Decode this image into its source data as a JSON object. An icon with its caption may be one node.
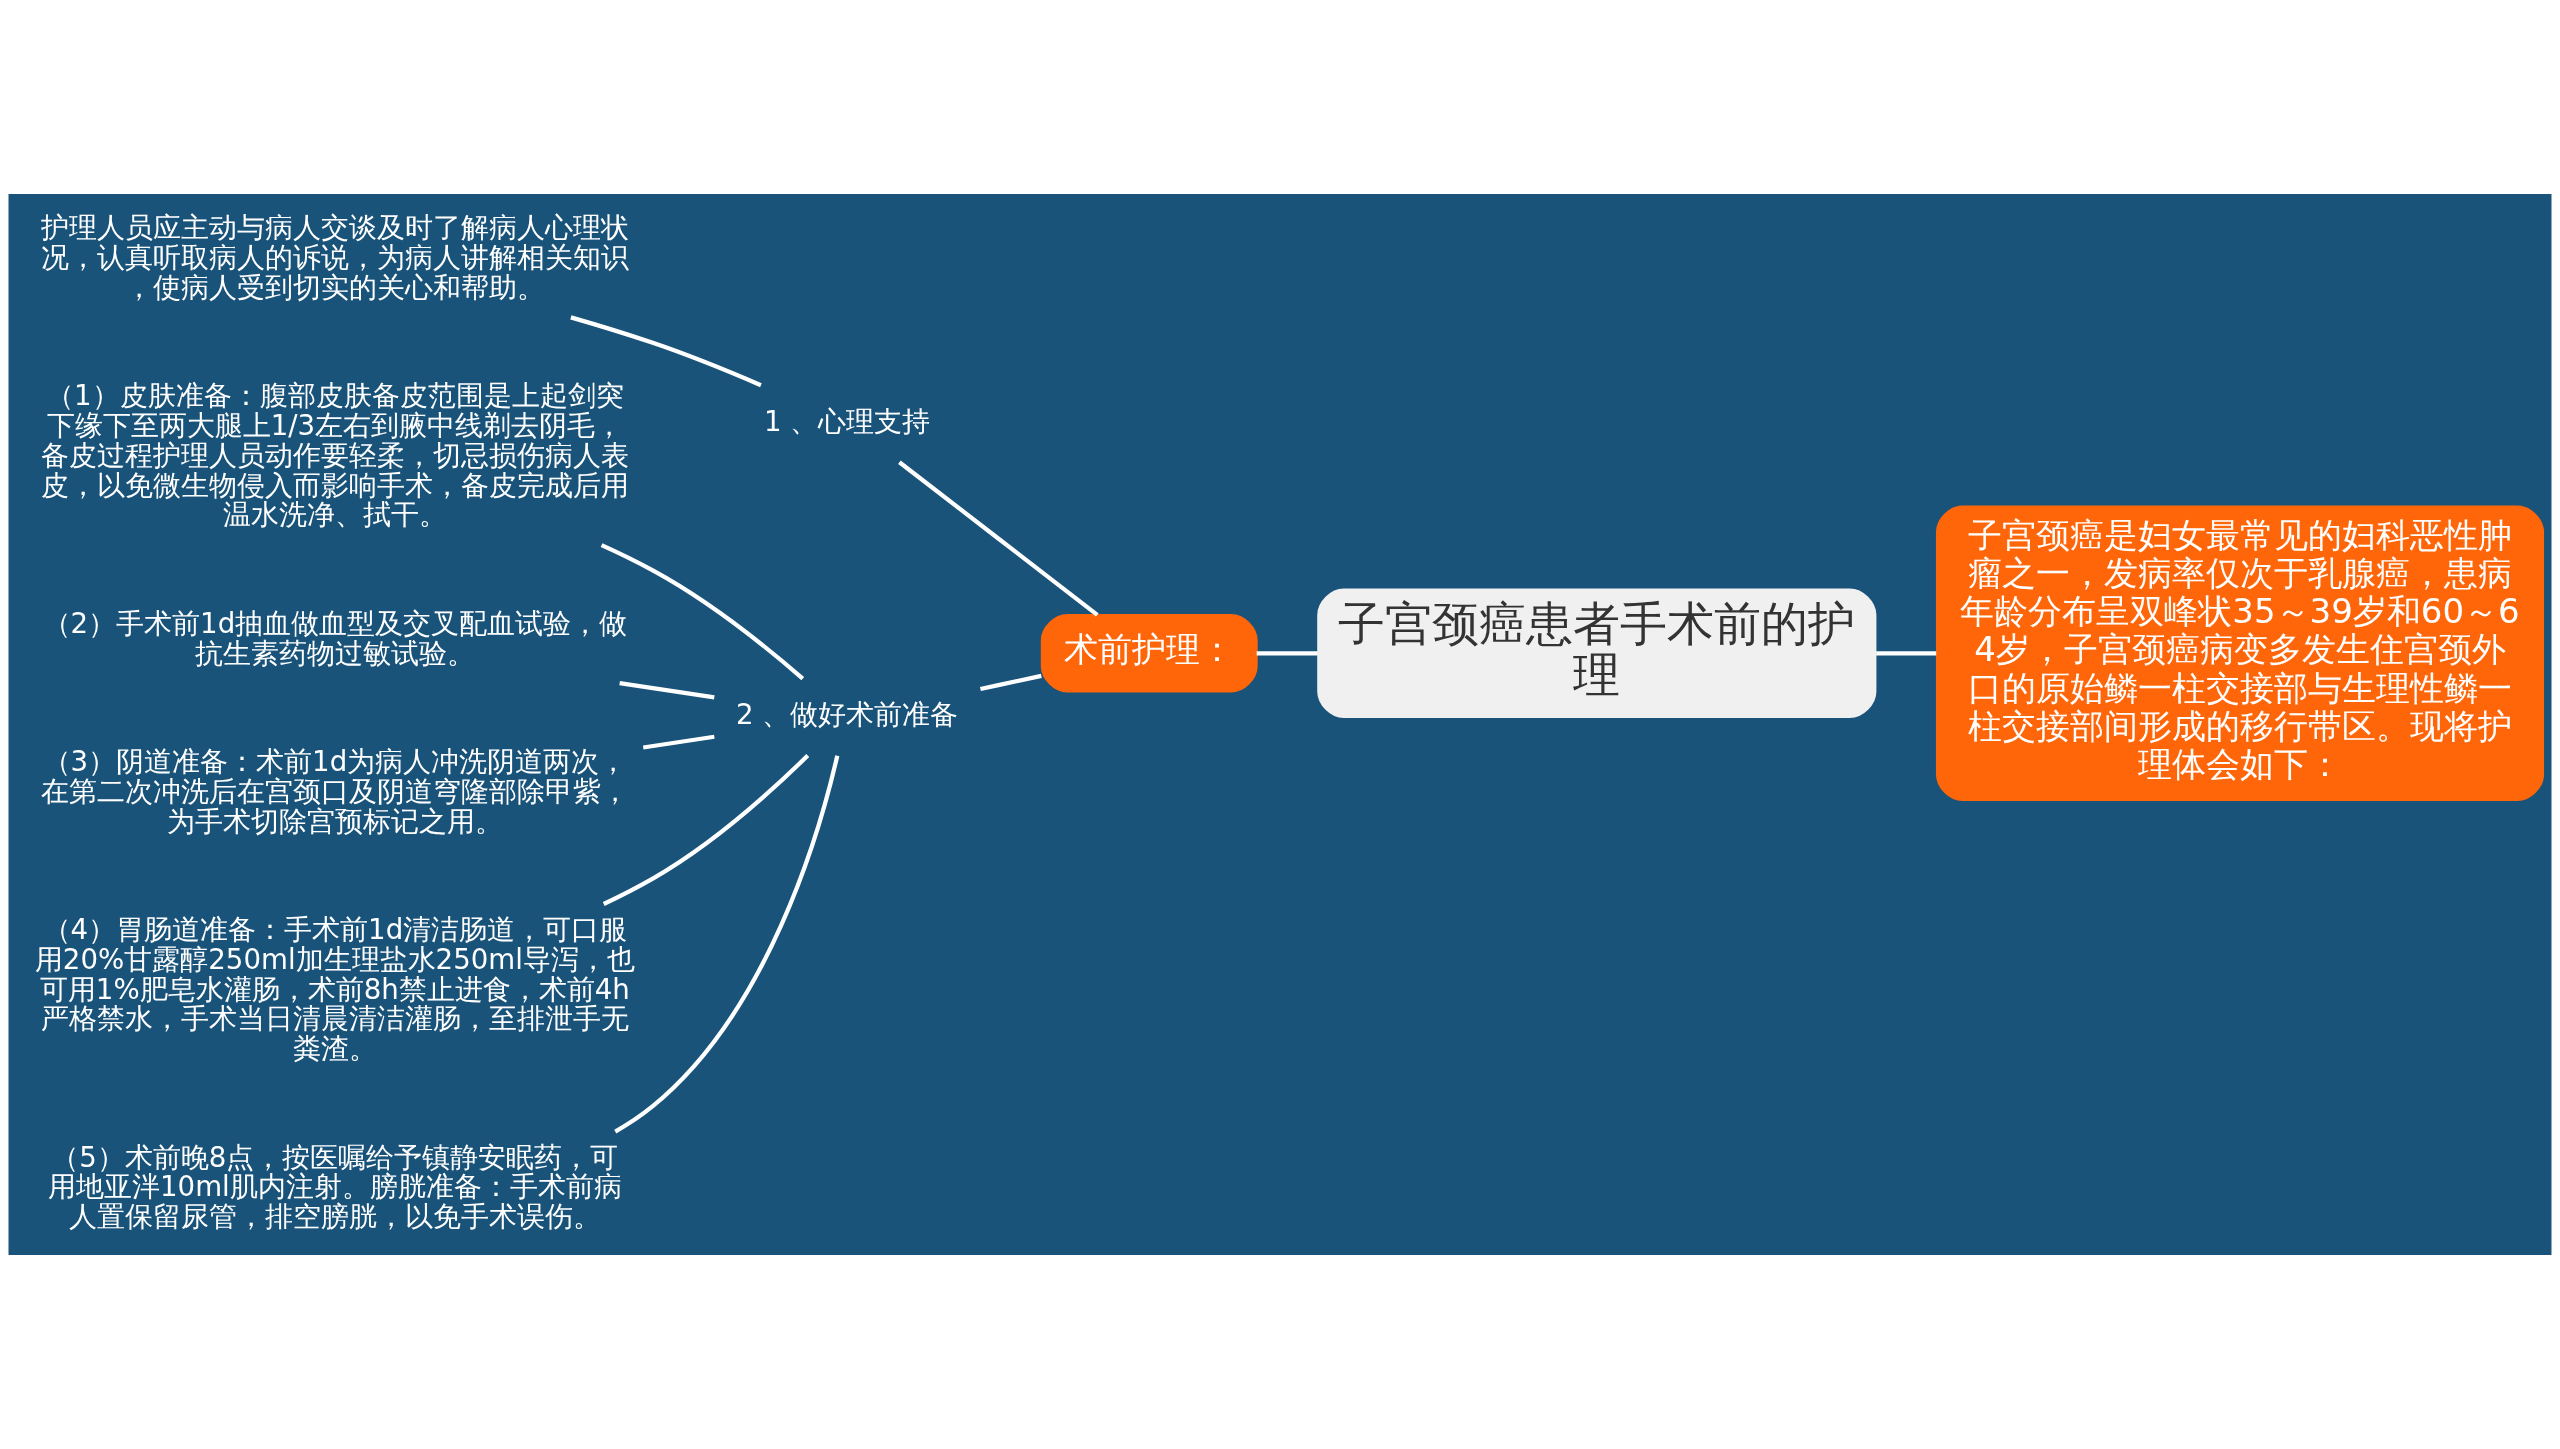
{
  "diagram": {
    "nodes": [
      {
        "text": [
          "子宫颈癌患者手术前的护理"
        ]
      },
      {
        "text": [
          "子宫颈癌是妇女最常见的妇科恶性肿瘤之一，发病率仅次于乳腺癌，患病年龄分布呈双峰状35～39岁和60～64岁，子宫颈癌病变多发生住宫颈外口的原始鳞一柱交接部与生理性鳞一柱交接部间形成的移行带区。现将护理体会如下："
        ]
      },
      {
        "text": [
          "术前护理："
        ]
      },
      {
        "text": [
          "1 、心理支持"
        ]
      },
      {
        "text": [
          "护理人员应主动与病人交谈及时了解病人心理状况，认真听取病人的诉说，为病人讲解相关知识，使病人受到切实的关心和帮助。"
        ]
      },
      {
        "text": [
          "2 、做好术前准备"
        ]
      },
      {
        "text": [
          "（1）皮肤准备：腹部皮肤备皮范围是上起剑突下缘下至两大腿上1/3左右到腋中线剃去阴毛，备皮过程护理人员动作要轻柔，切忌损伤病人表皮，以免微生物侵入而影响手术，备皮完成后用温水洗净、拭干。"
        ]
      },
      {
        "text": [
          "（2）手术前1d抽血做血型及交叉配血试验，做抗生素药物过敏试验。"
        ]
      },
      {
        "text": [
          "（3）阴道准备：术前1d为病人冲洗阴道两次，在第二次冲洗后在宫颈口及阴道穹隆部除甲紫，为手术切除宫预标记之用。"
        ]
      },
      {
        "text": [
          "（4）胃肠道准备：手术前1d清洁肠道，可口服用20%甘露醇250ml加生理盐水250ml导泻，也可用1%肥皂水灌肠，术前8h禁止进食，术前4h严格禁水，手术当日清晨清洁灌肠，至排泄手无粪渣。"
        ]
      },
      {
        "text": [
          "（5）术前晚8点，按医嘱给予镇静安眠药，可用地亚泮10ml肌内注射。膀胱准备：手术前病人置保留尿管，排空膀胱，以免手术误伤。"
        ]
      }
    ],
    "edges": [
      {
        "from": 1,
        "to": 0,
        "arrow": "none"
      },
      {
        "from": 0,
        "to": 2,
        "arrow": "none"
      },
      {
        "from": 2,
        "to": 3,
        "arrow": "none"
      },
      {
        "from": 2,
        "to": 5,
        "arrow": "none"
      },
      {
        "from": 3,
        "to": 4,
        "arrow": "none"
      },
      {
        "from": 5,
        "to": 6,
        "arrow": "none"
      },
      {
        "from": 5,
        "to": 7,
        "arrow": "none"
      },
      {
        "from": 5,
        "to": 8,
        "arrow": "none"
      },
      {
        "from": 5,
        "to": 9,
        "arrow": "none"
      },
      {
        "from": 5,
        "to": 10,
        "arrow": "none"
      }
    ]
  }
}
